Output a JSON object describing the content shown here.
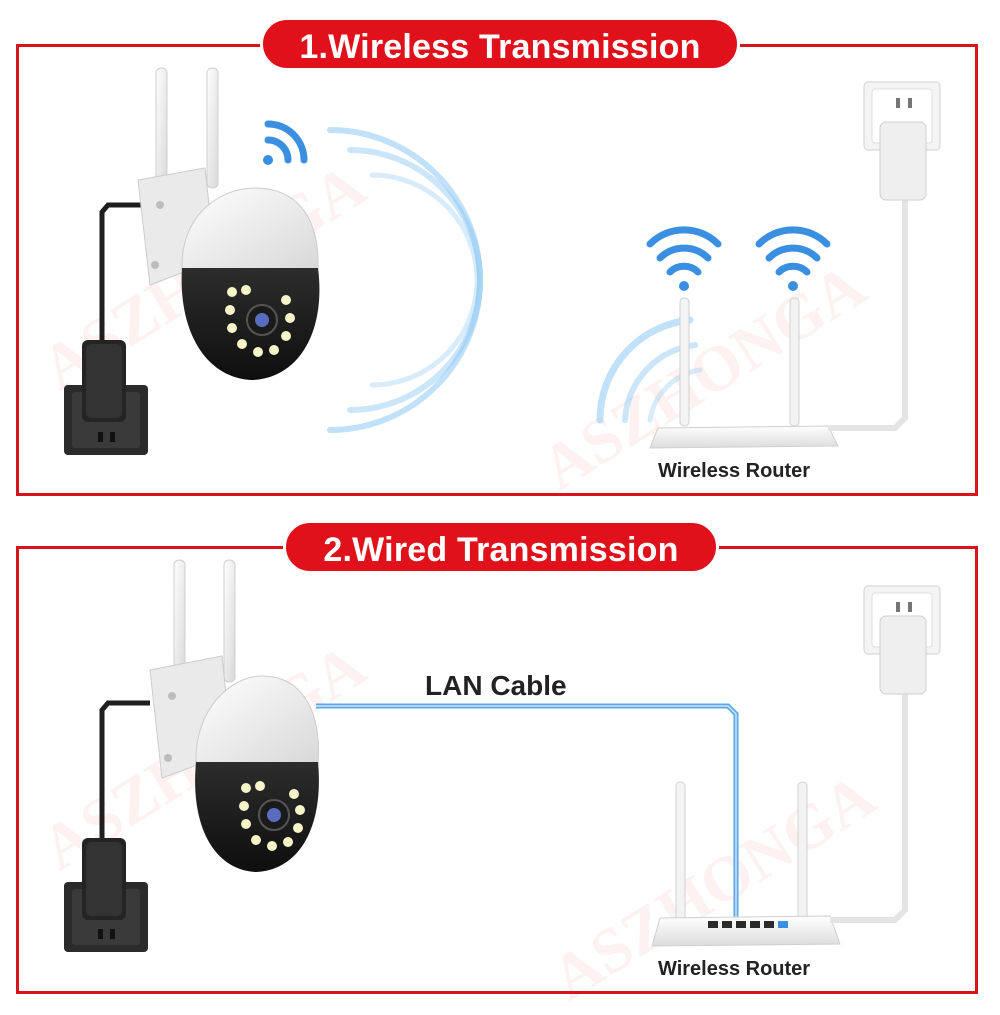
{
  "sections": [
    {
      "title": "1.Wireless Transmission",
      "router_label": "Wireless Router"
    },
    {
      "title": "2.Wired Transmission",
      "router_label": "Wireless Router",
      "cable_label": "LAN Cable"
    }
  ],
  "watermark_text": "ASZHONGA",
  "colors": {
    "accent_red": "#e0111a",
    "wifi_blue": "#3a8fe0",
    "cable_blue": "#5aa9e6",
    "plug_black": "#2b2b2b",
    "device_white": "#f2f2f2"
  },
  "icons": [
    "wifi-icon",
    "camera-icon",
    "router-icon",
    "wall-socket-icon",
    "power-adapter-icon"
  ]
}
